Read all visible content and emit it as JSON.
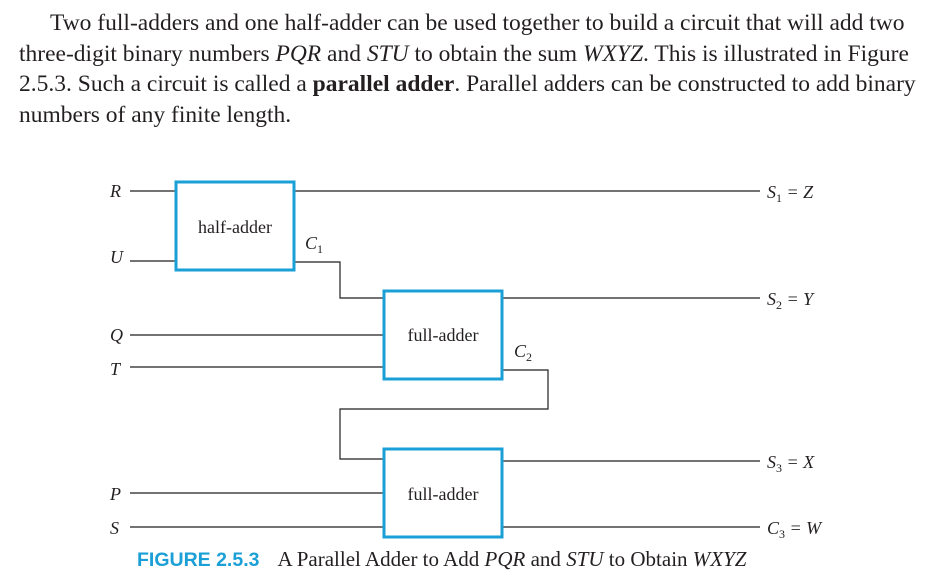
{
  "paragraph": {
    "t1": "Two full-adders and one half-adder can be used together to build a circuit that will add two three-digit binary numbers ",
    "pqr": "PQR",
    "t2": " and ",
    "stu": "STU",
    "t3": " to obtain the sum ",
    "wxyz": "WXYZ",
    "t4": ". This is illustrated in Figure 2.5.3. Such a circuit is called a ",
    "term": "parallel adder",
    "t5": ". Parallel adders can be constructed to add binary numbers of any finite length."
  },
  "diagram": {
    "inputs": {
      "R": "R",
      "U": "U",
      "Q": "Q",
      "T": "T",
      "P": "P",
      "S": "S"
    },
    "blocks": {
      "half": "half-adder",
      "full1": "full-adder",
      "full2": "full-adder"
    },
    "carries": {
      "c1": "C",
      "c1_sub": "1",
      "c2": "C",
      "c2_sub": "2"
    },
    "outputs": {
      "s1": "S",
      "s1_sub": "1",
      "s1_rest": " = Z",
      "s2": "S",
      "s2_sub": "2",
      "s2_rest": " = Y",
      "s3": "S",
      "s3_sub": "3",
      "s3_rest": " = X",
      "c3": "C",
      "c3_sub": "3",
      "c3_rest": " = W"
    },
    "block_color": "#1a9fd6"
  },
  "caption": {
    "label": "FIGURE 2.5.3",
    "t1": "A Parallel Adder to Add ",
    "pqr": "PQR",
    "t2": " and ",
    "stu": "STU",
    "t3": " to Obtain ",
    "wxyz": "WXYZ",
    "label_color": "#1a9fd6"
  }
}
